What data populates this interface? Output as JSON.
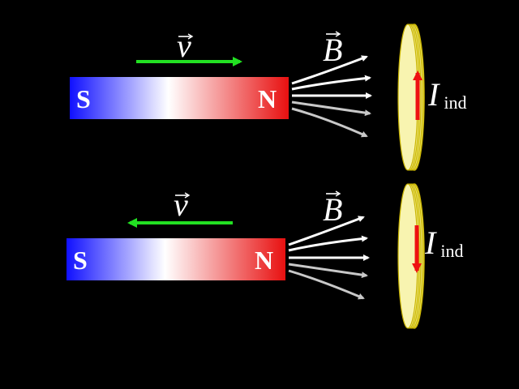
{
  "panels": [
    {
      "id": "top",
      "south_label": "S",
      "north_label": "N",
      "velocity_label": "v",
      "velocity_direction": "right",
      "field_label": "B",
      "current_label": "I",
      "current_subscript": "ind",
      "current_direction": "up"
    },
    {
      "id": "bottom",
      "south_label": "S",
      "north_label": "N",
      "velocity_label": "v",
      "velocity_direction": "left",
      "field_label": "B",
      "current_label": "I",
      "current_subscript": "ind",
      "current_direction": "down"
    }
  ],
  "colors": {
    "background": "#000000",
    "south_pole": "#1010ff",
    "north_pole": "#e81010",
    "velocity_arrow": "#22e022",
    "field_lines": "#ffffff",
    "field_lines_dim": "#c8c8c8",
    "coil": "#f4f07a",
    "coil_edge": "#c9b400",
    "current_arrow": "#ee1111"
  }
}
